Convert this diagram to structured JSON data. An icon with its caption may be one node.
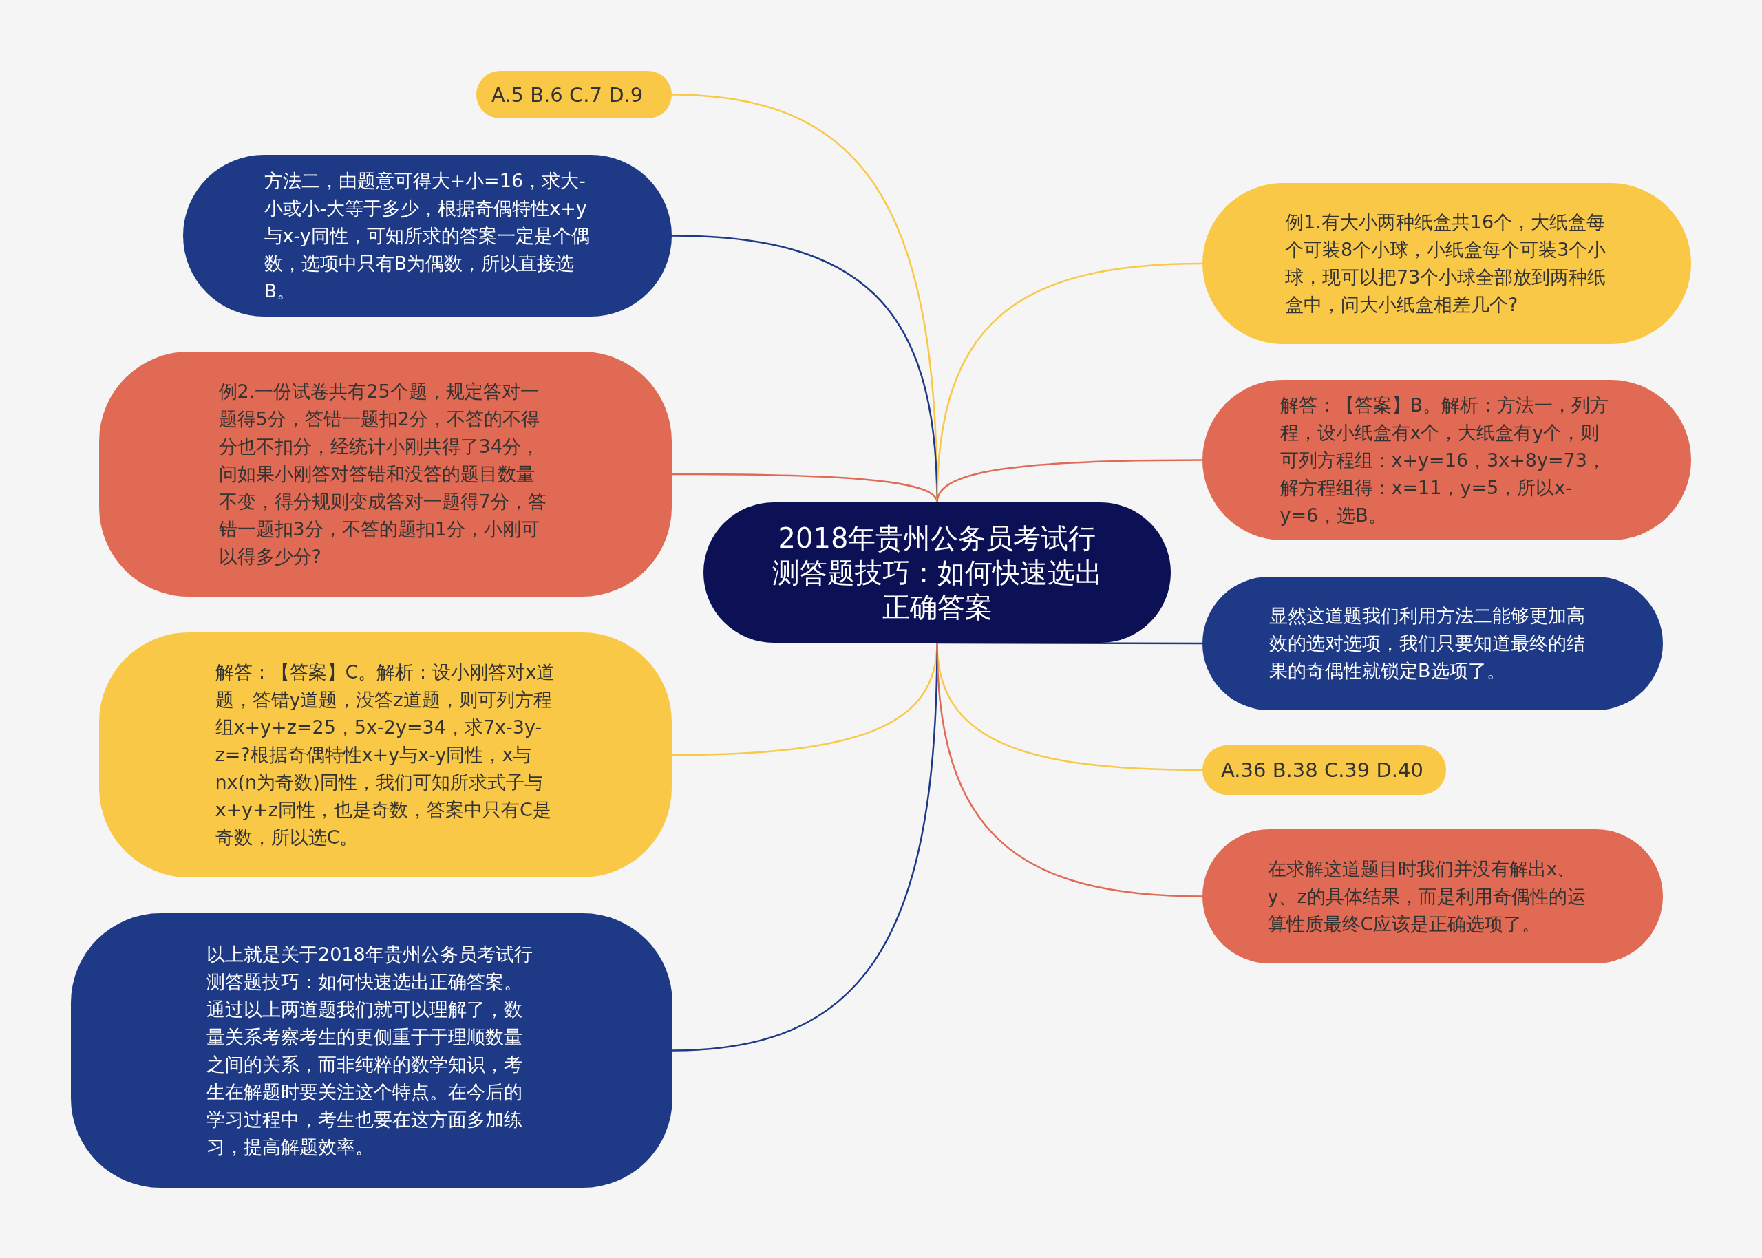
{
  "diagram": {
    "nodes": [
      {
        "text": [
          "2018年贵州公务员考试行测答题技巧：如何快速选出正确答案"
        ]
      },
      {
        "text": [
          "A.5 B.6 C.7 D.9"
        ]
      },
      {
        "text": [
          "方法二，由题意可得大+小=16，求大-小或小-大等于多少，根据奇偶特性x+y与x-y同性，可知所求的答案一定是个偶数，选项中只有B为偶数，所以直接选B。"
        ]
      },
      {
        "text": [
          "例2.一份试卷共有25个题，规定答对一题得5分，答错一题扣2分，不答的不得分也不扣分，经统计小刚共得了34分，问如果小刚答对答错和没答的题目数量不变，得分规则变成答对一题得7分，答错一题扣3分，不答的题扣1分，小刚可以得多少分?"
        ]
      },
      {
        "text": [
          "解答：【答案】C。解析：设小刚答对x道题，答错y道题，没答z道题，则可列方程组x+y+z=25，5x-2y=34，求7x-3y-z=?根据奇偶特性x+y与x-y同性，x与nx(n为奇数)同性，我们可知所求式子与x+y+z同性，也是奇数，答案中只有C是奇数，所以选C。"
        ]
      },
      {
        "text": [
          "以上就是关于2018年贵州公务员考试行测答题技巧：如何快速选出正确答案。通过以上两道题我们就可以理解了，数量关系考察考生的更侧重于于理顺数量之间的关系，而非纯粹的数学知识，考生在解题时要关注这个特点。在今后的学习过程中，考生也要在这方面多加练习，提高解题效率。"
        ]
      },
      {
        "text": [
          "例1.有大小两种纸盒共16个，大纸盒每个可装8个小球，小纸盒每个可装3个小球，现可以把73个小球全部放到两种纸盒中，问大小纸盒相差几个?"
        ]
      },
      {
        "text": [
          "解答：【答案】B。解析：方法一，列方程，设小纸盒有x个，大纸盒有y个，则可列方程组：x+y=16，3x+8y=73，解方程组得：x=11，y=5，所以x-y=6，选B。"
        ]
      },
      {
        "text": [
          "显然这道题我们利用方法二能够更加高效的选对选项，我们只要知道最终的结果的奇偶性就锁定B选项了。"
        ]
      },
      {
        "text": [
          "A.36 B.38 C.39 D.40"
        ]
      },
      {
        "text": [
          "在求解这道题目时我们并没有解出x、y、z的具体结果，而是利用奇偶性的运算性质最终C应该是正确选项了。"
        ]
      }
    ],
    "edges": [
      {
        "from": 0,
        "to": 1,
        "arrow": "none",
        "color": "#f9c846"
      },
      {
        "from": 0,
        "to": 2,
        "arrow": "none",
        "color": "#1e3a87"
      },
      {
        "from": 0,
        "to": 3,
        "arrow": "none",
        "color": "#e06a53"
      },
      {
        "from": 0,
        "to": 4,
        "arrow": "none",
        "color": "#f9c846"
      },
      {
        "from": 0,
        "to": 5,
        "arrow": "none",
        "color": "#1e3a87"
      },
      {
        "from": 0,
        "to": 6,
        "arrow": "none",
        "color": "#f9c846"
      },
      {
        "from": 0,
        "to": 7,
        "arrow": "none",
        "color": "#e06a53"
      },
      {
        "from": 0,
        "to": 8,
        "arrow": "none",
        "color": "#1e3a87"
      },
      {
        "from": 0,
        "to": 9,
        "arrow": "none",
        "color": "#f9c846"
      },
      {
        "from": 0,
        "to": 10,
        "arrow": "none",
        "color": "#e06a53"
      }
    ]
  }
}
